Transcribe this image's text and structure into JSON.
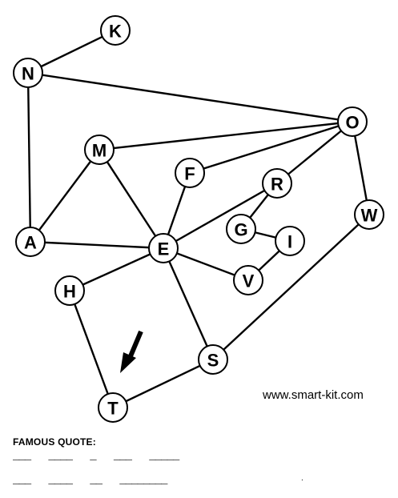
{
  "puzzle": {
    "nodes": [
      {
        "id": "K",
        "label": "K"
      },
      {
        "id": "N",
        "label": "N"
      },
      {
        "id": "O",
        "label": "O"
      },
      {
        "id": "M",
        "label": "M"
      },
      {
        "id": "F",
        "label": "F"
      },
      {
        "id": "R",
        "label": "R"
      },
      {
        "id": "G",
        "label": "G"
      },
      {
        "id": "I",
        "label": "I"
      },
      {
        "id": "W",
        "label": "W"
      },
      {
        "id": "A",
        "label": "A"
      },
      {
        "id": "E",
        "label": "E"
      },
      {
        "id": "H",
        "label": "H"
      },
      {
        "id": "V",
        "label": "V"
      },
      {
        "id": "S",
        "label": "S"
      },
      {
        "id": "T",
        "label": "T"
      }
    ],
    "edges": [
      [
        "K",
        "N"
      ],
      [
        "N",
        "O"
      ],
      [
        "N",
        "A"
      ],
      [
        "A",
        "M"
      ],
      [
        "A",
        "E"
      ],
      [
        "M",
        "E"
      ],
      [
        "M",
        "O"
      ],
      [
        "F",
        "O"
      ],
      [
        "F",
        "E"
      ],
      [
        "R",
        "O"
      ],
      [
        "R",
        "E"
      ],
      [
        "R",
        "G"
      ],
      [
        "G",
        "I"
      ],
      [
        "I",
        "V"
      ],
      [
        "E",
        "V"
      ],
      [
        "E",
        "H"
      ],
      [
        "E",
        "S"
      ],
      [
        "O",
        "W"
      ],
      [
        "W",
        "S"
      ],
      [
        "H",
        "T"
      ],
      [
        "S",
        "T"
      ]
    ],
    "start_arrow": "arrow-pointing-to-T"
  },
  "website": "www.smart-kit.com",
  "quote": {
    "label": "FAMOUS QUOTE:",
    "line1": "___   ____   _   ___   _____",
    "line2": "___   ____   __   ________"
  }
}
